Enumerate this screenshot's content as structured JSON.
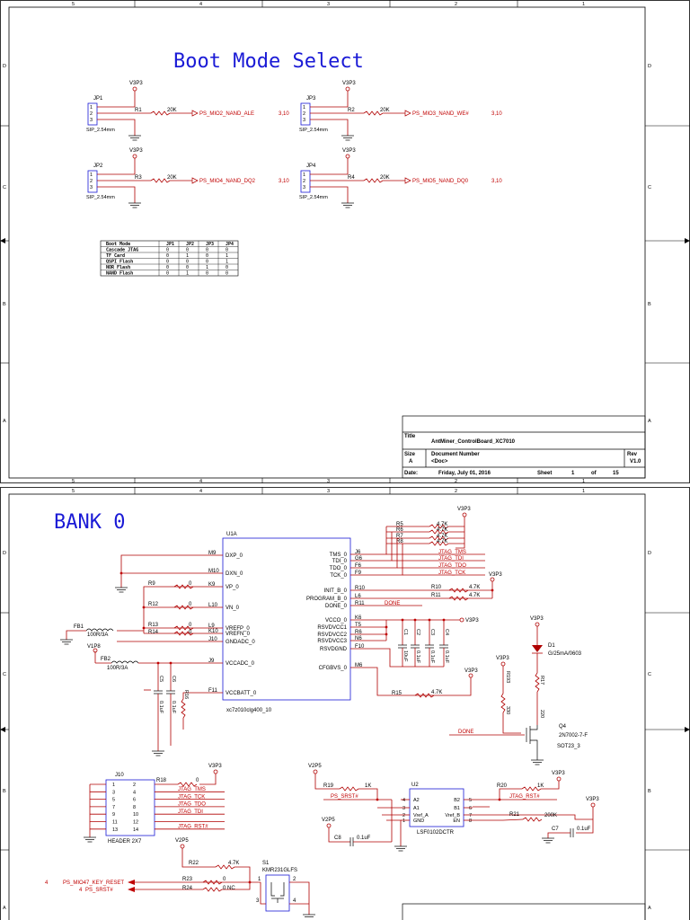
{
  "frame": {
    "col_numbers": [
      "5",
      "4",
      "3",
      "2",
      "1"
    ],
    "row_letters": [
      "D",
      "C",
      "B",
      "A"
    ]
  },
  "sheet1": {
    "title": "Boot Mode Select",
    "jumpers": [
      {
        "ref": "JP1",
        "pkg": "SIP_2.54mm",
        "power": "V3P3",
        "res": "R1",
        "val": "20K",
        "net": "PS_MIO2_NAND_ALE",
        "pages": "3,10"
      },
      {
        "ref": "JP3",
        "pkg": "SIP_2.54mm",
        "power": "V3P3",
        "res": "R2",
        "val": "20K",
        "net": "PS_MIO3_NAND_WE#",
        "pages": "3,10"
      },
      {
        "ref": "JP2",
        "pkg": "SIP_2.54mm",
        "power": "V3P3",
        "res": "R3",
        "val": "20K",
        "net": "PS_MIO4_NAND_DQ2",
        "pages": "3,10"
      },
      {
        "ref": "JP4",
        "pkg": "SIP_2.54mm",
        "power": "V3P3",
        "res": "R4",
        "val": "20K",
        "net": "PS_MIO5_NAND_DQ0",
        "pages": "3,10"
      }
    ],
    "pin_labels": [
      "1",
      "2",
      "3"
    ],
    "table": {
      "headers": [
        "Boot Mode",
        "JP1",
        "JP2",
        "JP3",
        "JP4"
      ],
      "rows": [
        [
          "Cascade JTAG",
          "0",
          "0",
          "0",
          "0"
        ],
        [
          "TF Card",
          "0",
          "1",
          "0",
          "1"
        ],
        [
          "QSPI Flash",
          "0",
          "0",
          "0",
          "1"
        ],
        [
          "NOR Flash",
          "0",
          "0",
          "1",
          "0"
        ],
        [
          "NAND Flash",
          "0",
          "1",
          "0",
          "0"
        ]
      ]
    },
    "titleblock": {
      "title_label": "Title",
      "title_value": "AntMiner_ControlBoard_XC7010",
      "size_label": "Size",
      "size_value": "A",
      "docnum_label": "Document Number",
      "docnum_value": "<Doc>",
      "rev_label": "Rev",
      "rev_value": "V1.0",
      "date_label": "Date:",
      "date_value": "Friday, July 01, 2016",
      "sheet_label": "Sheet",
      "sheet_value": "1",
      "of_label": "of",
      "of_value": "15"
    }
  },
  "sheet2": {
    "title": "BANK 0",
    "u1a": {
      "ref": "U1A",
      "part": "xc7z010clg400_10",
      "left_pins": [
        {
          "num": "M9",
          "name": "DXP_0"
        },
        {
          "num": "M10",
          "name": "DXN_0"
        },
        {
          "num": "K9",
          "name": "VP_0"
        },
        {
          "num": "L10",
          "name": "VN_0"
        },
        {
          "num": "L9",
          "name": "VREFP_0"
        },
        {
          "num": "K10",
          "name": "VREFN_0"
        },
        {
          "num": "J10",
          "name": "GNDADC_0"
        },
        {
          "num": "J9",
          "name": "VCCADC_0"
        },
        {
          "num": "F11",
          "name": "VCCBATT_0"
        }
      ],
      "right_pins": [
        {
          "num": "J6",
          "name": "TMS_0"
        },
        {
          "num": "G6",
          "name": "TDI_0"
        },
        {
          "num": "F6",
          "name": "TDO_0"
        },
        {
          "num": "F9",
          "name": "TCK_0"
        },
        {
          "num": "R10",
          "name": "INIT_B_0"
        },
        {
          "num": "L6",
          "name": "PROGRAM_B_0"
        },
        {
          "num": "R11",
          "name": "DONE_0"
        },
        {
          "num": "K6",
          "name": "VCCO_0"
        },
        {
          "num": "T5",
          "name": "RSVDVCC1"
        },
        {
          "num": "R6",
          "name": "RSVDVCC2"
        },
        {
          "num": "N6",
          "name": "RSVDVCC3"
        },
        {
          "num": "F10",
          "name": "RSVDGND"
        },
        {
          "num": "M6",
          "name": "CFGBVS_0"
        }
      ]
    },
    "left_parts": {
      "r9": "R9",
      "r9v": "0",
      "r12": "R12",
      "r12v": "0",
      "r13": "R13",
      "r13v": "0",
      "r14": "R14",
      "r14v": "0",
      "fb1": "FB1",
      "fb1v": "100R/3A",
      "fb2": "FB2",
      "fb2v": "100R/3A",
      "v1p8": "V1P8",
      "c5": "C5",
      "c5v": "0.1uF",
      "c6": "C6",
      "c6v": "0.1uF",
      "r16": "R16"
    },
    "pullups": {
      "labels": [
        "R5",
        "R6",
        "R7",
        "R8"
      ],
      "values": [
        "4.7K",
        "4.7K",
        "4.7K",
        "4.7K"
      ],
      "power": "V3P3",
      "nets": [
        "JTAG_TMS",
        "JTAG_TDI",
        "JTAG_TDO",
        "JTAG_TCK"
      ]
    },
    "init": {
      "r10": "R10",
      "r11": "R11",
      "val1": "4.7K",
      "val2": "4.7K",
      "power": "V3P3",
      "done_net": "DONE"
    },
    "decap": {
      "power": "V3P3",
      "caps": [
        {
          "ref": "C1",
          "val": "10uF"
        },
        {
          "ref": "C2",
          "val": "0.1uF"
        },
        {
          "ref": "C3",
          "val": "0.1uF"
        },
        {
          "ref": "C4",
          "val": "0.1uF"
        }
      ]
    },
    "cfg": {
      "r15": "R15",
      "val": "4.7K",
      "power": "V3P3"
    },
    "led": {
      "d1": "D1",
      "d1v": "G/25mA/0603",
      "r17": "R17",
      "r17v": "220",
      "r193": "R193",
      "r193v": "330",
      "q4": "Q4",
      "q4v": "2N7002-7-F",
      "q4pkg": "SOT23_3",
      "power1": "V3P3",
      "power2": "V3P3",
      "done_net": "DONE"
    },
    "header": {
      "ref": "J10",
      "part": "HEADER 2X7",
      "r18": "R18",
      "r18v": "0",
      "power": "V3P3",
      "pins_left": [
        "1",
        "3",
        "5",
        "7",
        "9",
        "11",
        "13"
      ],
      "pins_right": [
        "2",
        "4",
        "6",
        "8",
        "10",
        "12",
        "14"
      ],
      "nets": [
        "JTAG_TMS",
        "JTAG_TCK",
        "JTAG_TDO",
        "JTAG_TDI",
        "JTAG_RST#"
      ]
    },
    "u2": {
      "ref": "U2",
      "part": "LSF0102DCTR",
      "left_pins": [
        {
          "num": "4",
          "name": "A2"
        },
        {
          "num": "3",
          "name": "A1"
        },
        {
          "num": "2",
          "name": "Vref_A"
        },
        {
          "num": "1",
          "name": "GND"
        }
      ],
      "right_pins": [
        {
          "num": "5",
          "name": "B2"
        },
        {
          "num": "6",
          "name": "B1"
        },
        {
          "num": "7",
          "name": "Vref_B"
        },
        {
          "num": "8",
          "name": "EN"
        }
      ],
      "r19": "R19",
      "r19v": "1K",
      "r20": "R20",
      "r20v": "1K",
      "r21": "R21",
      "r21v": "200K",
      "c7": "C7",
      "c7v": "0.1uF",
      "c8": "C8",
      "c8v": "0.1uF",
      "v2p5a": "V2P5",
      "v2p5b": "V2P5",
      "v3p3a": "V3P3",
      "v3p3b": "V3P3",
      "net_left": "PS_SRST#",
      "net_right": "JTAG_RST#"
    },
    "reset": {
      "v2p5": "V2P5",
      "r22": "R22",
      "r22v": "4.7K",
      "r23": "R23",
      "r23v": "0",
      "r24": "R24",
      "r24v": "0 NC",
      "s1": "S1",
      "s1v": "KMR231GLFS",
      "net1": "PS_MIO47_KEY_RESET",
      "net2": "PS_SRST#",
      "page1": "4",
      "page2": "4",
      "sw_pins": [
        "1",
        "2",
        "3",
        "4"
      ]
    }
  }
}
